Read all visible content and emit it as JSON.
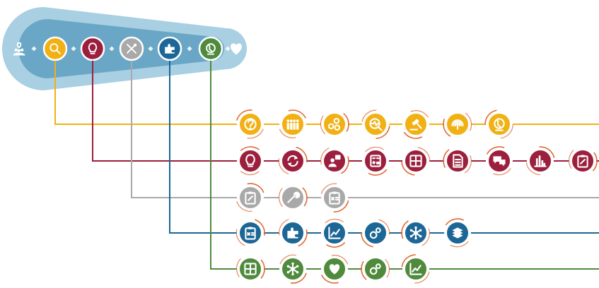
{
  "colors": {
    "yellow": "#f1b114",
    "red": "#9c1f3d",
    "gray": "#a9a9a9",
    "blue": "#1c6795",
    "green": "#4f8a3d",
    "pill_outer": "#a9cfe2",
    "pill_inner": "#6aa7c6",
    "swoosh": "#e06a36",
    "start_icon": "#ffffff",
    "end_icon": "#ffffff"
  },
  "header": {
    "start_icon": "people-location-icon",
    "end_icon": "heart-icon",
    "phases": [
      {
        "color": "yellow",
        "icon": "magnifier-icon"
      },
      {
        "color": "red",
        "icon": "lightbulb-icon"
      },
      {
        "color": "gray",
        "icon": "tools-icon"
      },
      {
        "color": "blue",
        "icon": "puzzle-icon"
      },
      {
        "color": "green",
        "icon": "globe-icon"
      }
    ]
  },
  "rows": [
    {
      "color": "yellow",
      "icons": [
        "question-icon",
        "group-people-icon",
        "gears-network-icon",
        "magnifier-pulse-icon",
        "gavel-icon",
        "fingerprint-icon",
        "globe-icon"
      ]
    },
    {
      "color": "red",
      "icons": [
        "lightbulb-icon",
        "cycle-arrows-icon",
        "person-question-icon",
        "calculator-icon",
        "grid-icon",
        "document-icon",
        "chat-bubbles-icon",
        "bar-chart-icon",
        "clipboard-check-icon"
      ]
    },
    {
      "color": "gray",
      "icons": [
        "clipboard-check-icon",
        "wrench-icon",
        "clipboard-calc-icon"
      ]
    },
    {
      "color": "blue",
      "icons": [
        "clipboard-calc-icon",
        "puzzle-icon",
        "line-chart-icon",
        "gears-icon",
        "network-hub-icon",
        "stack-layers-icon"
      ]
    },
    {
      "color": "green",
      "icons": [
        "grid-icon",
        "network-hub-icon",
        "heart-icon",
        "gears-icon",
        "line-chart-icon"
      ]
    }
  ]
}
